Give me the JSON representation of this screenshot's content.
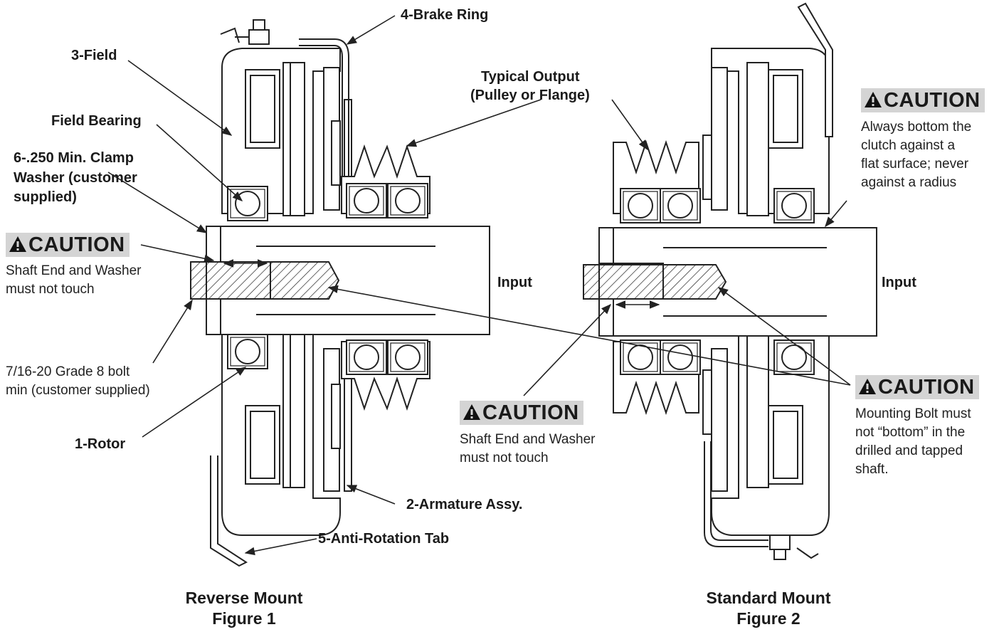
{
  "labels": {
    "brake_ring": "4-Brake Ring",
    "field": "3-Field",
    "typical_output_line1": "Typical Output",
    "typical_output_line2": "(Pulley or Flange)",
    "field_bearing": "Field Bearing",
    "clamp_washer_line1": "6-.250 Min. Clamp",
    "clamp_washer_line2": "Washer (customer",
    "clamp_washer_line3": "supplied)",
    "input_left": "Input",
    "input_right": "Input",
    "bolt_line1": "7/16-20 Grade 8 bolt",
    "bolt_line2": "min (customer supplied)",
    "rotor": "1-Rotor",
    "armature": "2-Armature Assy.",
    "anti_rotation": "5-Anti-Rotation Tab"
  },
  "cautions": {
    "heading": "CAUTION",
    "left_line1": "Shaft End and Washer",
    "left_line2": "must not touch",
    "center_line1": "Shaft End and Washer",
    "center_line2": "must not touch",
    "right_top_line1": "Always bottom the",
    "right_top_line2": "clutch against a",
    "right_top_line3": "flat surface; never",
    "right_top_line4": "against a radius",
    "right_bottom_line1": "Mounting Bolt must",
    "right_bottom_line2": "not “bottom” in the",
    "right_bottom_line3": "drilled and tapped",
    "right_bottom_line4": "shaft."
  },
  "captions": {
    "fig1_line1": "Reverse Mount",
    "fig1_line2": "Figure 1",
    "fig2_line1": "Standard Mount",
    "fig2_line2": "Figure 2"
  },
  "colors": {
    "caution_bg": "#d4d4d4",
    "ink": "#1a1a1a"
  }
}
